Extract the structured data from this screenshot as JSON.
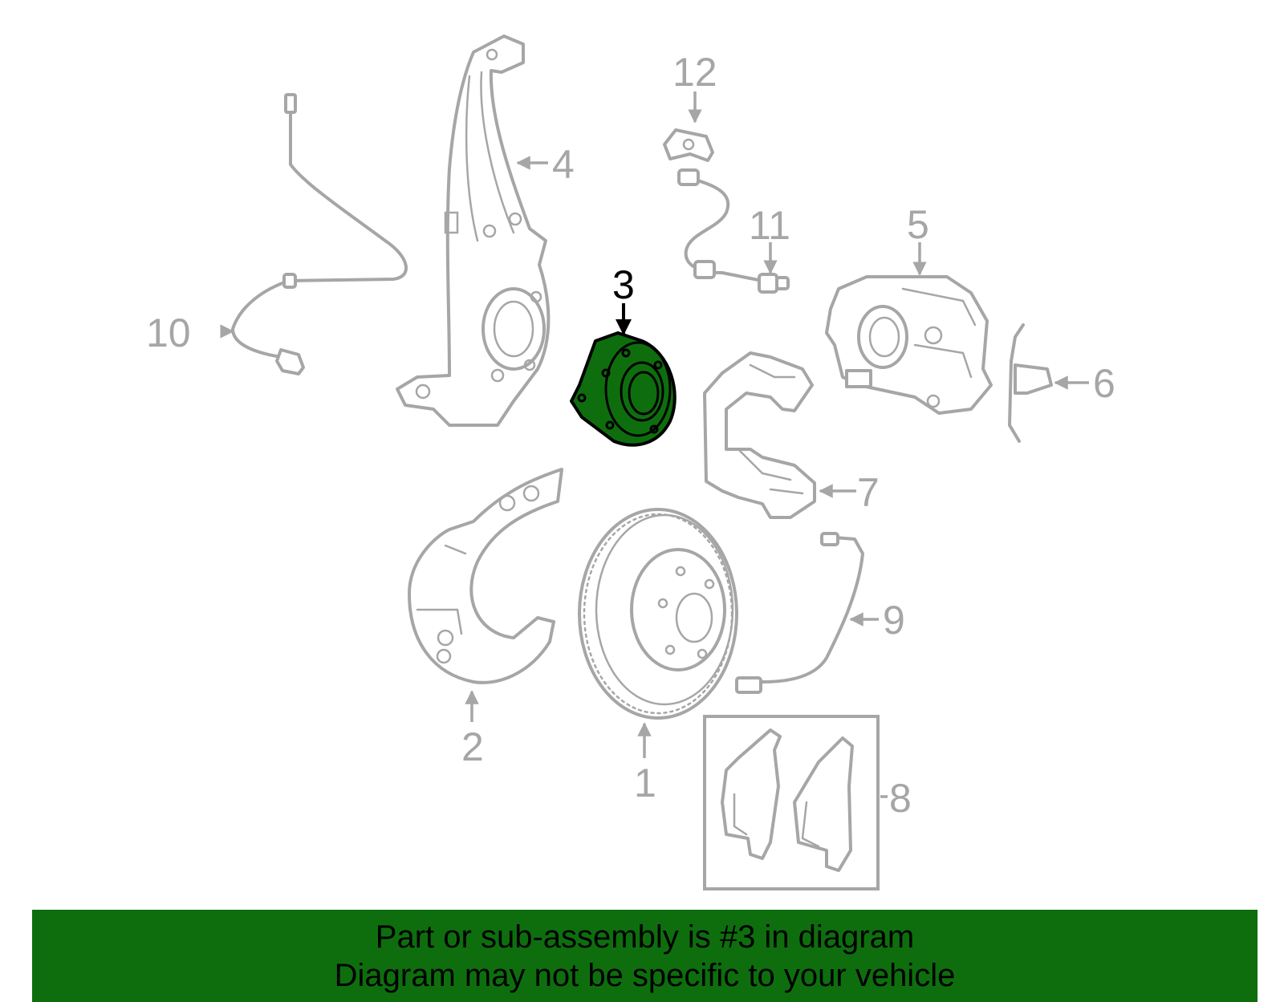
{
  "callouts": {
    "c1": "1",
    "c2": "2",
    "c3": "3",
    "c4": "4",
    "c5": "5",
    "c6": "6",
    "c7": "7",
    "c8": "8",
    "c9": "9",
    "c10": "10",
    "c11": "11",
    "c12": "12"
  },
  "highlighted_part": "3",
  "colors": {
    "highlight": "#0e6e0e",
    "line_art": "#a6a6a6"
  },
  "banner": {
    "line1": "Part or sub-assembly is #3 in diagram",
    "line2": "Diagram may not be specific to your vehicle"
  }
}
